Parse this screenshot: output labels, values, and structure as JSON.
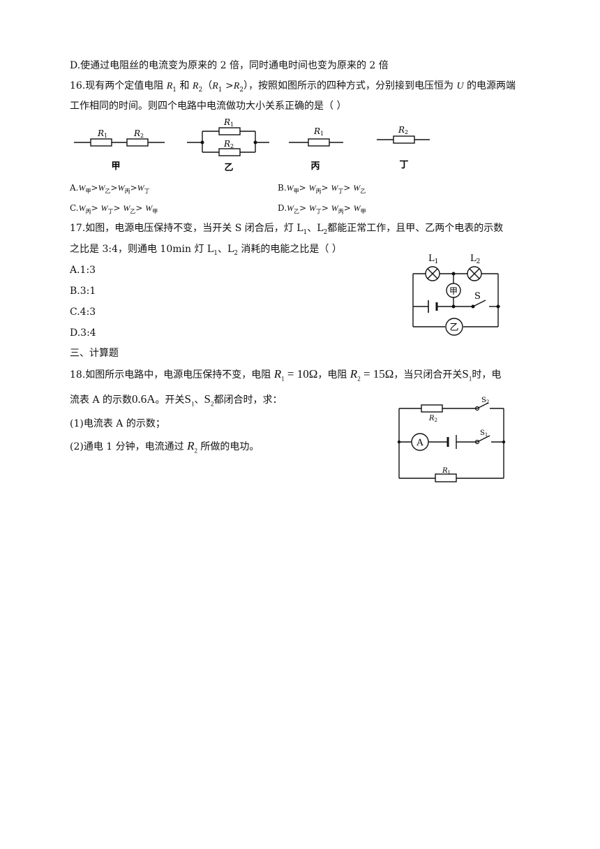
{
  "q15": {
    "option_d": "D.使通过电阻丝的电流变为原来的 2 倍，同时通电时间也变为原来的 2 倍"
  },
  "q16": {
    "stem_part1": "16.现有两个定值电阻 ",
    "r1": "R",
    "r1_sub": "1",
    "and": " 和 ",
    "r2": "R",
    "r2_sub": "2",
    "cond_open": "（",
    "cond_r1": "R",
    "cond_r1_sub": "1",
    "cond_gt": " >",
    "cond_r2": "R",
    "cond_r2_sub": "2",
    "cond_close": "），按照如图所示的四种方式，分别接到电压恒为 ",
    "u": "U",
    "stem_tail": " 的电源两端",
    "stem_line2": "工作相同的时间。则四个电路中电流做功大小关系正确的是（        ）",
    "figures": {
      "jia": {
        "caption": "甲",
        "r1": "R",
        "r1_sub": "1",
        "r2": "R",
        "r2_sub": "2"
      },
      "yi": {
        "caption": "乙",
        "r1": "R",
        "r1_sub": "1",
        "r2": "R",
        "r2_sub": "2"
      },
      "bing": {
        "caption": "丙",
        "r1": "R",
        "r1_sub": "1"
      },
      "ding": {
        "caption": "丁",
        "r2": "R",
        "r2_sub": "2"
      }
    },
    "options": {
      "a": {
        "prefix": "A.",
        "w": "W",
        "s1": "甲",
        "op1": ">",
        "s2": "乙",
        "op2": ">",
        "s3": "丙",
        "op3": ">",
        "s4": "丁"
      },
      "b": {
        "prefix": "B.",
        "w": "W",
        "s1": "甲",
        "op1": "> ",
        "s2": "丙",
        "op2": "> ",
        "s3": "丁",
        "op3": "> ",
        "s4": "乙"
      },
      "c": {
        "prefix": "C.",
        "w": "W",
        "s1": "丙",
        "op1": "> ",
        "s2": "丁",
        "op2": "> ",
        "s3": "乙",
        "op3": "> ",
        "s4": "甲"
      },
      "d": {
        "prefix": "D.",
        "w": "W",
        "s1": "乙",
        "op1": "> ",
        "s2": "丁",
        "op2": "> ",
        "s3": "丙",
        "op3": "> ",
        "s4": "甲"
      }
    }
  },
  "q17": {
    "stem_part1": "17.如图，电源电压保持不变，当开关 S 闭合后，灯 L",
    "l1_sub": "1",
    "sep": "、L",
    "l2_sub": "2",
    "stem_part2": "都能正常工作，且甲、乙两个电表的示数",
    "stem_line2a": "之比是 3:4，则通电 10min 灯 L",
    "line2_l1_sub": "1",
    "line2_sep": "、L",
    "line2_l2_sub": "2",
    "stem_line2b": " 消耗的电能之比是（        ）",
    "options": [
      "A.1:3",
      "B.3:1",
      "C.4:3",
      "D.3:4"
    ],
    "figure": {
      "l1": "L",
      "l1_sub": "1",
      "l2": "L",
      "l2_sub": "2",
      "meter_top": "甲",
      "meter_bottom": "乙",
      "switch": "S"
    }
  },
  "section3": {
    "title": "三、计算题"
  },
  "q18": {
    "p1": "18.如图所示电路中，电源电压保持不变，电阻 ",
    "r1": "R",
    "r1_sub": "1",
    "eq1": " = 10Ω",
    "p2": "，电阻 ",
    "r2": "R",
    "r2_sub": "2",
    "eq2": " = 15Ω",
    "p3": "，当只闭合开关",
    "s1": "S",
    "s1_sub": "1",
    "p4": "时，电",
    "l2a": "流表 A 的示数",
    "current": "0.6A",
    "l2b": "。开关",
    "s1b": "S",
    "s1b_sub": "1",
    "sep": "、",
    "s2b": "S",
    "s2b_sub": "2",
    "l2c": "都闭合时，求：",
    "sub1": "(1)电流表 A 的示数；",
    "sub2a": "(2)通电 1 分钟，电流通过 ",
    "sub2_r": "R",
    "sub2_r_sub": "2",
    "sub2b": " 所做的电功。",
    "figure": {
      "r2": "R",
      "r2_sub": "2",
      "r1": "R",
      "r1_sub": "1",
      "s2": "S",
      "s2_sub": "2",
      "s1": "S",
      "s1_sub": "1",
      "ammeter": "A"
    }
  }
}
